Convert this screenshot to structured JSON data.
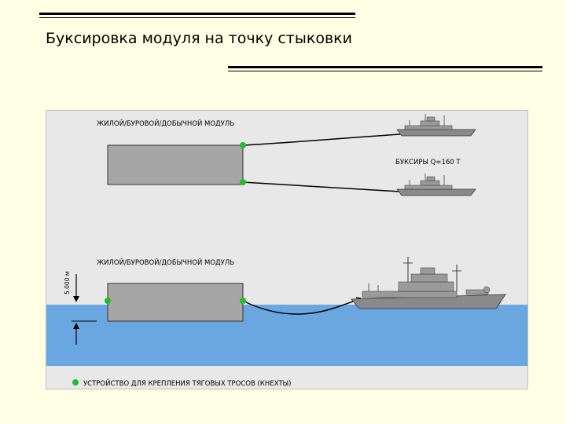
{
  "slide": {
    "title": "Буксировка модуля на точку стыковки"
  },
  "diagram": {
    "top_module_label": "ЖИЛОЙ/БУРОВОЙ/ДОБЫЧНОЙ МОДУЛЬ",
    "tugs_label": "БУКСИРЫ Q=160 Т",
    "bottom_module_label": "ЖИЛОЙ/БУРОВОЙ/ДОБЫЧНОЙ МОДУЛЬ",
    "depth_label": "5.000 м",
    "legend_text": "УСТРОЙСТВО ДЛЯ КРЕПЛЕНИЯ ТЯГОВЫХ ТРОСОВ (КНЕХТЫ)"
  },
  "colors": {
    "background": "#ffffe5",
    "figure_bg": "#e8e8e8",
    "water": "#6aa6e0",
    "module": "#a6a6a6",
    "bollard": "#1fbf2a",
    "ship": "#8a8a8a"
  }
}
